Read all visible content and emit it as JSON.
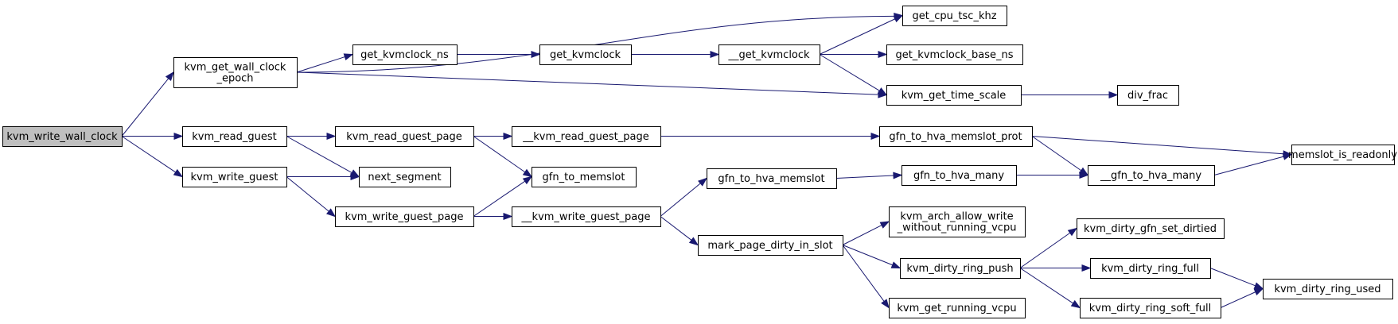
{
  "nodes": [
    {
      "id": "kvm_write_wall_clock",
      "lines": [
        "kvm_write_wall_clock"
      ],
      "root": true
    },
    {
      "id": "kvm_get_wall_clock_epoch",
      "lines": [
        "kvm_get_wall_clock",
        "_epoch"
      ]
    },
    {
      "id": "kvm_read_guest",
      "lines": [
        "kvm_read_guest"
      ]
    },
    {
      "id": "kvm_write_guest",
      "lines": [
        "kvm_write_guest"
      ]
    },
    {
      "id": "get_kvmclock_ns",
      "lines": [
        "get_kvmclock_ns"
      ]
    },
    {
      "id": "get_kvmclock",
      "lines": [
        "get_kvmclock"
      ]
    },
    {
      "id": "__get_kvmclock",
      "lines": [
        "__get_kvmclock"
      ]
    },
    {
      "id": "get_cpu_tsc_khz",
      "lines": [
        "get_cpu_tsc_khz"
      ]
    },
    {
      "id": "get_kvmclock_base_ns",
      "lines": [
        "get_kvmclock_base_ns"
      ]
    },
    {
      "id": "kvm_get_time_scale",
      "lines": [
        "kvm_get_time_scale"
      ]
    },
    {
      "id": "div_frac",
      "lines": [
        "div_frac"
      ]
    },
    {
      "id": "kvm_read_guest_page",
      "lines": [
        "kvm_read_guest_page"
      ]
    },
    {
      "id": "next_segment",
      "lines": [
        "next_segment"
      ]
    },
    {
      "id": "__kvm_read_guest_page",
      "lines": [
        "__kvm_read_guest_page"
      ]
    },
    {
      "id": "gfn_to_memslot",
      "lines": [
        "gfn_to_memslot"
      ]
    },
    {
      "id": "gfn_to_hva_memslot_prot",
      "lines": [
        "gfn_to_hva_memslot_prot"
      ]
    },
    {
      "id": "memslot_is_readonly",
      "lines": [
        "memslot_is_readonly"
      ]
    },
    {
      "id": "__gfn_to_hva_many",
      "lines": [
        "__gfn_to_hva_many"
      ]
    },
    {
      "id": "kvm_write_guest_page",
      "lines": [
        "kvm_write_guest_page"
      ]
    },
    {
      "id": "__kvm_write_guest_page",
      "lines": [
        "__kvm_write_guest_page"
      ]
    },
    {
      "id": "gfn_to_hva_memslot",
      "lines": [
        "gfn_to_hva_memslot"
      ]
    },
    {
      "id": "gfn_to_hva_many",
      "lines": [
        "gfn_to_hva_many"
      ]
    },
    {
      "id": "mark_page_dirty_in_slot",
      "lines": [
        "mark_page_dirty_in_slot"
      ]
    },
    {
      "id": "kvm_arch_allow_write_without_running_vcpu",
      "lines": [
        "kvm_arch_allow_write",
        "_without_running_vcpu"
      ]
    },
    {
      "id": "kvm_dirty_ring_push",
      "lines": [
        "kvm_dirty_ring_push"
      ]
    },
    {
      "id": "kvm_get_running_vcpu",
      "lines": [
        "kvm_get_running_vcpu"
      ]
    },
    {
      "id": "kvm_dirty_gfn_set_dirtied",
      "lines": [
        "kvm_dirty_gfn_set_dirtied"
      ]
    },
    {
      "id": "kvm_dirty_ring_full",
      "lines": [
        "kvm_dirty_ring_full"
      ]
    },
    {
      "id": "kvm_dirty_ring_soft_full",
      "lines": [
        "kvm_dirty_ring_soft_full"
      ]
    },
    {
      "id": "kvm_dirty_ring_used",
      "lines": [
        "kvm_dirty_ring_used"
      ]
    }
  ],
  "edges": [
    {
      "from": "kvm_write_wall_clock",
      "to": "kvm_get_wall_clock_epoch"
    },
    {
      "from": "kvm_write_wall_clock",
      "to": "kvm_read_guest"
    },
    {
      "from": "kvm_write_wall_clock",
      "to": "kvm_write_guest"
    },
    {
      "from": "kvm_get_wall_clock_epoch",
      "to": "get_cpu_tsc_khz"
    },
    {
      "from": "kvm_get_wall_clock_epoch",
      "to": "get_kvmclock_ns"
    },
    {
      "from": "kvm_get_wall_clock_epoch",
      "to": "kvm_get_time_scale"
    },
    {
      "from": "get_kvmclock_ns",
      "to": "get_kvmclock"
    },
    {
      "from": "get_kvmclock",
      "to": "__get_kvmclock"
    },
    {
      "from": "__get_kvmclock",
      "to": "get_cpu_tsc_khz"
    },
    {
      "from": "__get_kvmclock",
      "to": "get_kvmclock_base_ns"
    },
    {
      "from": "__get_kvmclock",
      "to": "kvm_get_time_scale"
    },
    {
      "from": "kvm_get_time_scale",
      "to": "div_frac"
    },
    {
      "from": "kvm_read_guest",
      "to": "kvm_read_guest_page"
    },
    {
      "from": "kvm_read_guest",
      "to": "next_segment"
    },
    {
      "from": "kvm_read_guest_page",
      "to": "__kvm_read_guest_page"
    },
    {
      "from": "kvm_read_guest_page",
      "to": "gfn_to_memslot"
    },
    {
      "from": "__kvm_read_guest_page",
      "to": "gfn_to_hva_memslot_prot"
    },
    {
      "from": "gfn_to_hva_memslot_prot",
      "to": "memslot_is_readonly"
    },
    {
      "from": "gfn_to_hva_memslot_prot",
      "to": "__gfn_to_hva_many"
    },
    {
      "from": "__gfn_to_hva_many",
      "to": "memslot_is_readonly"
    },
    {
      "from": "kvm_write_guest",
      "to": "next_segment"
    },
    {
      "from": "kvm_write_guest",
      "to": "kvm_write_guest_page"
    },
    {
      "from": "kvm_write_guest_page",
      "to": "gfn_to_memslot"
    },
    {
      "from": "kvm_write_guest_page",
      "to": "__kvm_write_guest_page"
    },
    {
      "from": "__kvm_write_guest_page",
      "to": "gfn_to_hva_memslot"
    },
    {
      "from": "__kvm_write_guest_page",
      "to": "mark_page_dirty_in_slot"
    },
    {
      "from": "gfn_to_hva_memslot",
      "to": "gfn_to_hva_many"
    },
    {
      "from": "gfn_to_hva_many",
      "to": "__gfn_to_hva_many"
    },
    {
      "from": "mark_page_dirty_in_slot",
      "to": "kvm_arch_allow_write_without_running_vcpu"
    },
    {
      "from": "mark_page_dirty_in_slot",
      "to": "kvm_dirty_ring_push"
    },
    {
      "from": "mark_page_dirty_in_slot",
      "to": "kvm_get_running_vcpu"
    },
    {
      "from": "kvm_dirty_ring_push",
      "to": "kvm_dirty_gfn_set_dirtied"
    },
    {
      "from": "kvm_dirty_ring_push",
      "to": "kvm_dirty_ring_full"
    },
    {
      "from": "kvm_dirty_ring_push",
      "to": "kvm_dirty_ring_soft_full"
    },
    {
      "from": "kvm_dirty_ring_full",
      "to": "kvm_dirty_ring_used"
    },
    {
      "from": "kvm_dirty_ring_soft_full",
      "to": "kvm_dirty_ring_used"
    }
  ]
}
